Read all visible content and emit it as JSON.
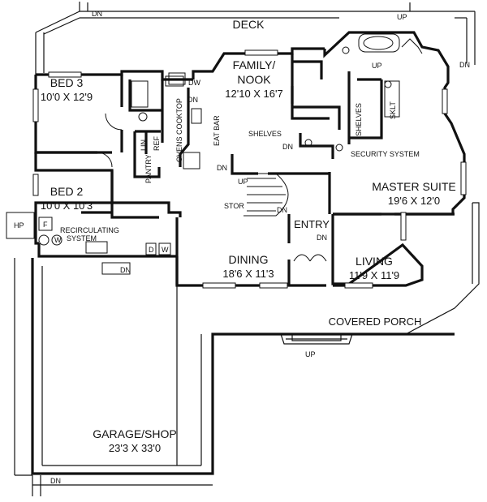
{
  "rooms": {
    "deck": "DECK",
    "family_nook": {
      "name_1": "FAMILY/",
      "name_2": "NOOK",
      "dims": "12'10 X 16'7"
    },
    "bed3": {
      "name": "BED 3",
      "dims": "10'0 X 12'9"
    },
    "bed2": {
      "name": "BED 2",
      "dims": "10'0 X 10'3"
    },
    "master_suite": {
      "name": "MASTER SUITE",
      "dims": "19'6 X 12'0"
    },
    "dining": {
      "name": "DINING",
      "dims": "18'6 X 11'3"
    },
    "living": {
      "name": "LIVING",
      "dims": "11'9 X 11'9"
    },
    "entry": "ENTRY",
    "covered_porch": "COVERED PORCH",
    "garage_shop": {
      "name": "GARAGE/SHOP",
      "dims": "23'3 X 33'0"
    }
  },
  "labels": {
    "dn": "DN",
    "up": "UP",
    "dw": "DW",
    "lin": "LIN",
    "ref": "REF",
    "pantry": "PANTRY",
    "ovens_cooktop": "OVENS COOKTOP",
    "eat_bar": "EAT BAR",
    "shelves": "SHELVES",
    "security_system": "SECURITY SYSTEM",
    "sklt": "SKLT",
    "stor": "STOR",
    "hp": "HP",
    "f": "F",
    "w": "W",
    "d": "D",
    "recirculating_1": "RECIRCULATING",
    "recirculating_2": "SYSTEM"
  }
}
